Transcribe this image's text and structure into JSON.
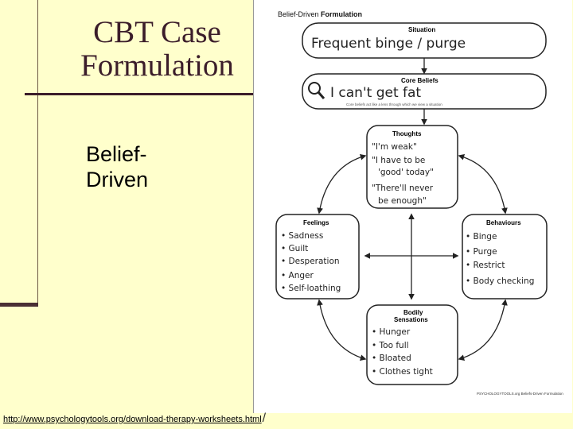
{
  "slide": {
    "title_line1": "CBT Case",
    "title_line2": "Formulation",
    "subtitle_line1": "Belief-",
    "subtitle_line2": "Driven",
    "footer_url": "http://www.psychologytools.org/download-therapy-worksheets.html",
    "footer_suffix": "/"
  },
  "worksheet": {
    "heading_prefix": "Belief-Driven ",
    "heading_bold": "Formulation",
    "situation": {
      "label": "Situation",
      "entry": "Frequent binge / purge"
    },
    "core_beliefs": {
      "label": "Core Beliefs",
      "entry": "I can't get fat",
      "caption": "Core beliefs act like a lens through which we view a situation"
    },
    "thoughts": {
      "label": "Thoughts",
      "entries": [
        "\"I'm weak\"",
        "\"I have to be",
        "'good' today\"",
        "\"There'll never",
        "be enough\""
      ]
    },
    "feelings": {
      "label": "Feelings",
      "entries": [
        "• Sadness",
        "• Guilt",
        "• Desperation",
        "• Anger",
        "• Self-loathing"
      ]
    },
    "behaviours": {
      "label": "Behaviours",
      "entries": [
        "• Binge",
        "• Purge",
        "• Restrict",
        "• Body checking"
      ]
    },
    "bodily": {
      "label_line1": "Bodily",
      "label_line2": "Sensations",
      "entries": [
        "• Hunger",
        "• Too full",
        "• Bloated",
        "• Clothes tight"
      ]
    },
    "footer_brand": "PSYCHOLOGYTOOLS.org  Beliefs-Driven Formulation"
  },
  "colors": {
    "title": "#3b1d2a",
    "background": "#ffffcc",
    "accent_bar": "#4a2f35"
  }
}
